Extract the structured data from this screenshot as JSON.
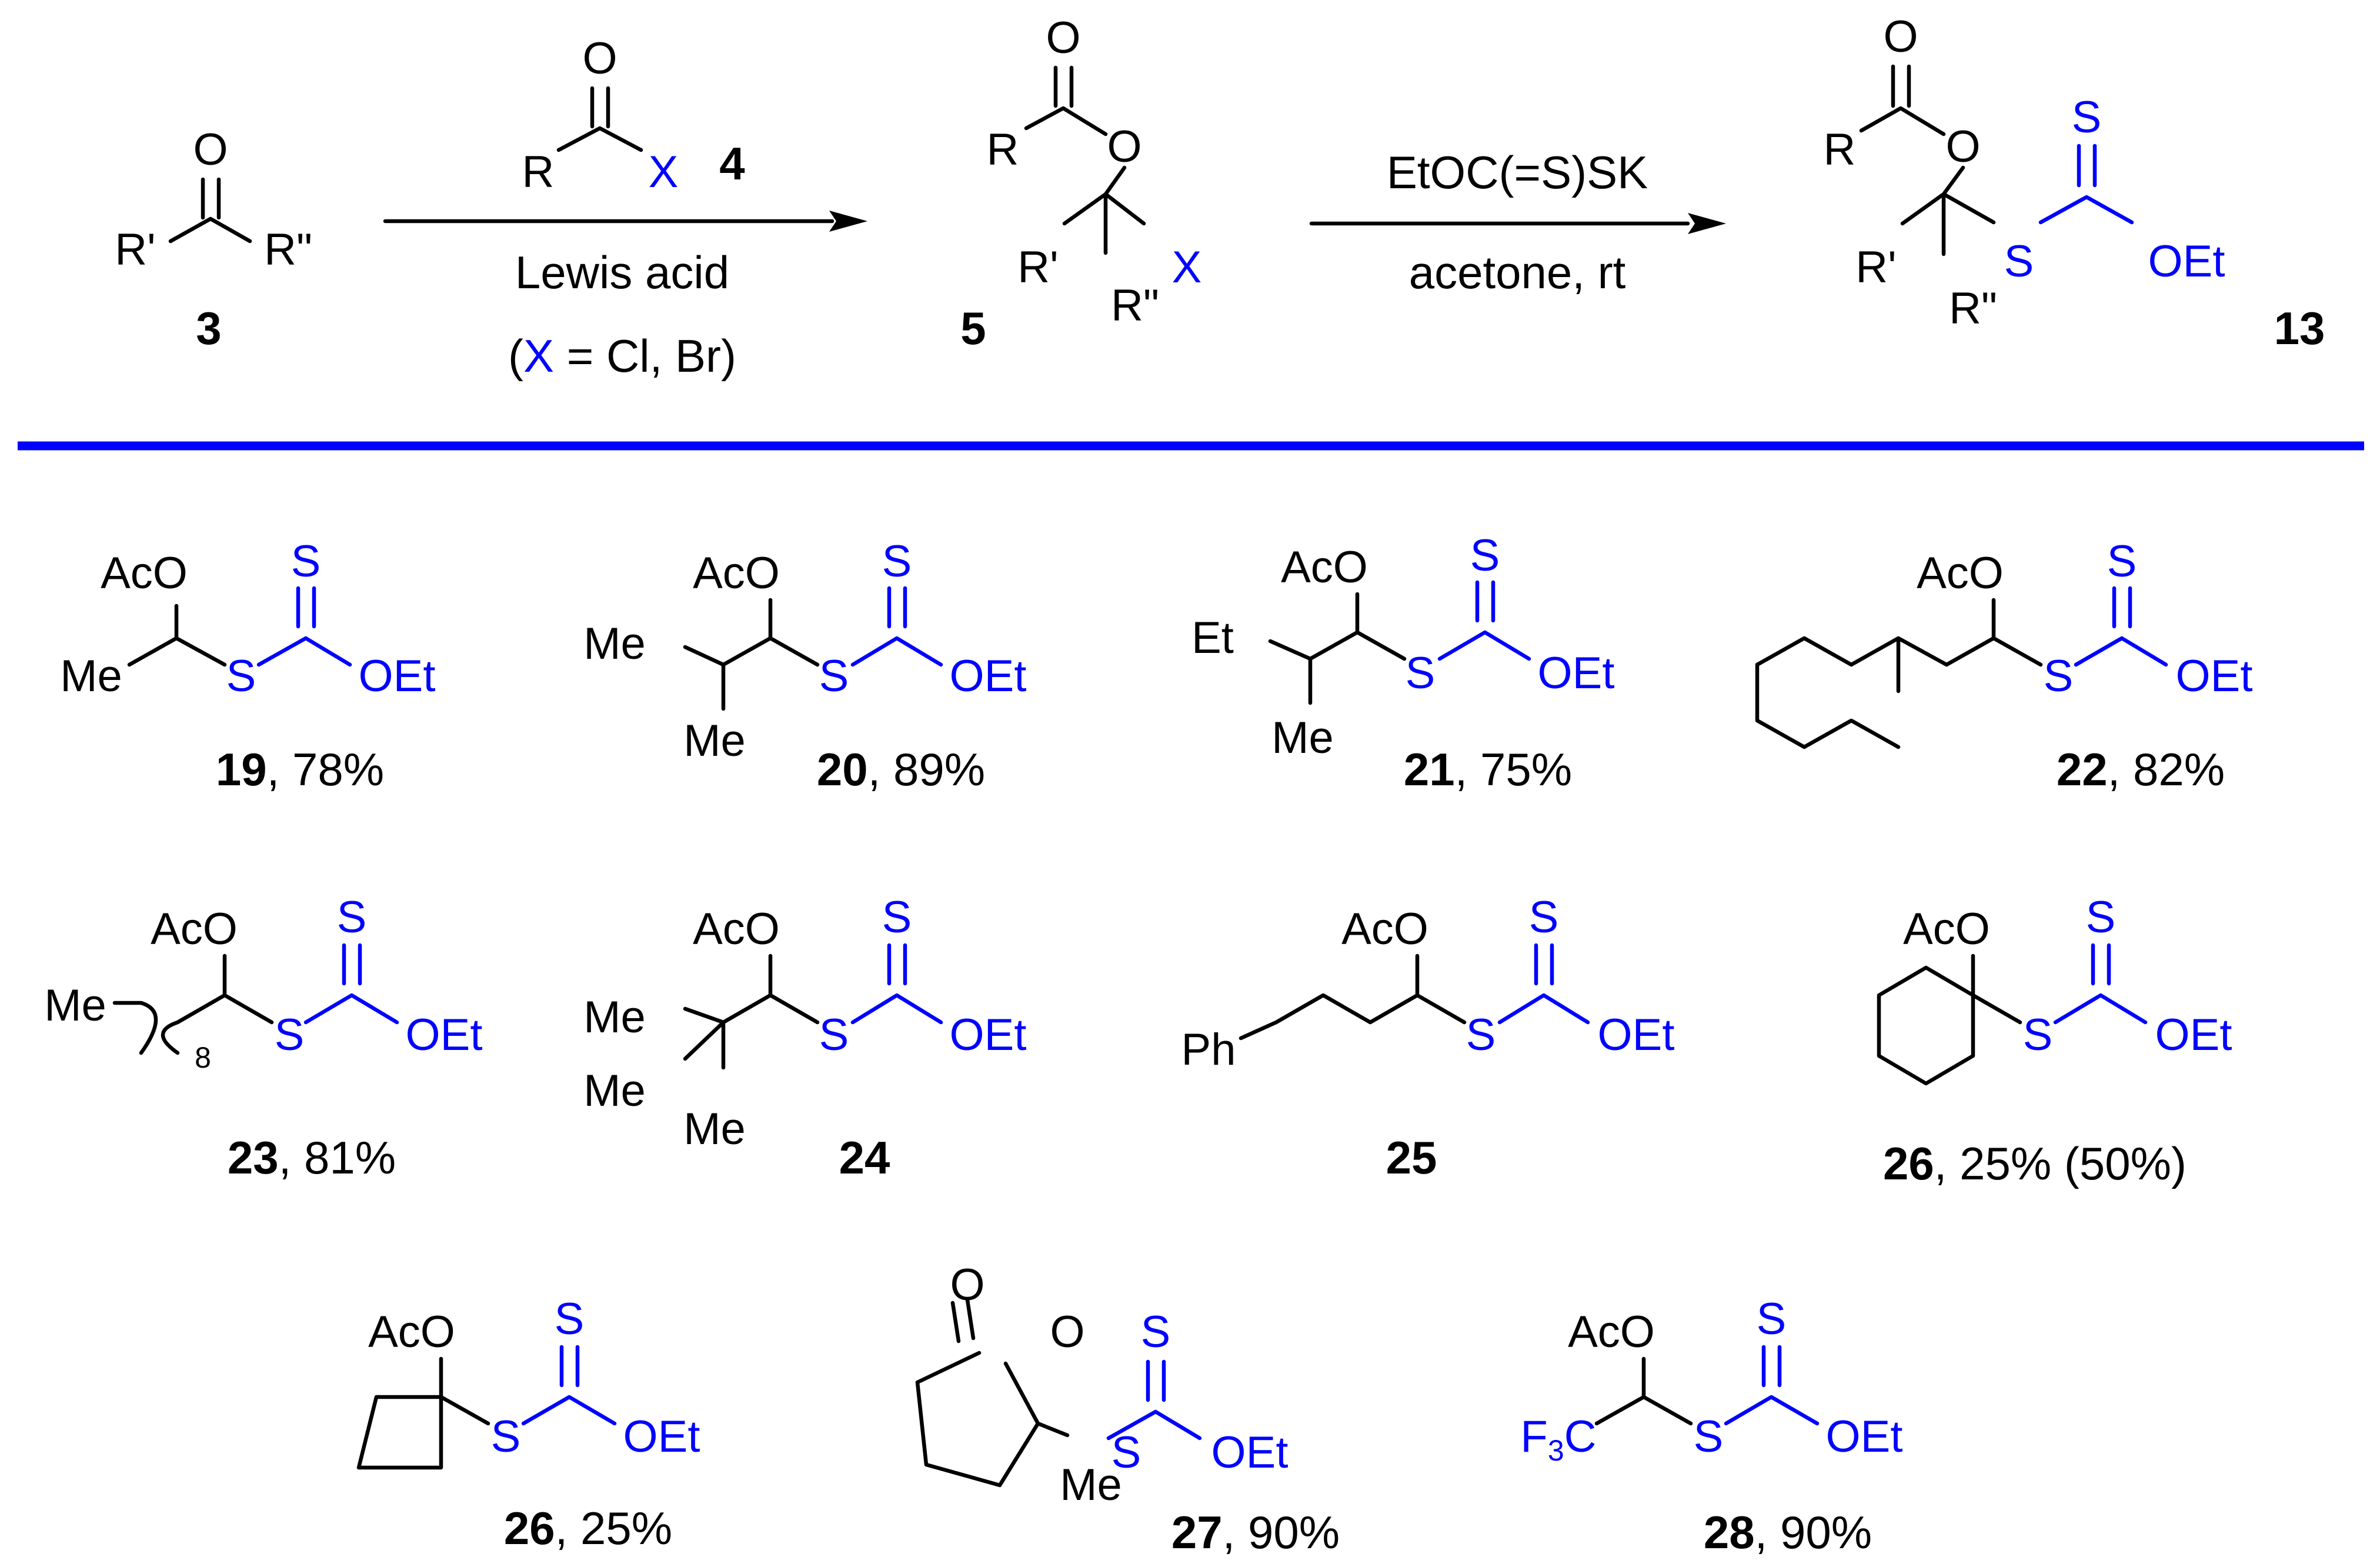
{
  "colors": {
    "reagent": "#0000ff",
    "bonds": "#000000",
    "divider": "#0000ff"
  },
  "reaction": {
    "reactant_number": "3",
    "acyl_halide_number": "4",
    "intermediate_number": "5",
    "product_number": "13",
    "step1_below_1": "Lewis acid",
    "step1_paren_open": "(",
    "step1_x": "X",
    "step1_paren_rest": " = Cl, Br)",
    "step2_above": "EtOC(=S)SK",
    "step2_below": "acetone, rt"
  },
  "atoms": {
    "O": "O",
    "R": "R",
    "R1": "R'",
    "R2": "R\"",
    "X": "X",
    "S": "S",
    "OEt": "OEt",
    "AcO": "AcO",
    "Me": "Me",
    "Et": "Et",
    "Ph": "Ph",
    "F": "F",
    "sub3": "3",
    "C": "C",
    "sub8": "8"
  },
  "products": [
    {
      "number": "19",
      "yield": ", 78%"
    },
    {
      "number": "20",
      "yield": ", 89%"
    },
    {
      "number": "21",
      "yield": ", 75%"
    },
    {
      "number": "22",
      "yield": ", 82%"
    },
    {
      "number": "23",
      "yield": ", 81%"
    },
    {
      "number": "24",
      "yield": ""
    },
    {
      "number": "25",
      "yield": ""
    },
    {
      "number": "26",
      "yield": ", 25% (50%)"
    },
    {
      "number": "26",
      "yield": ", 25%"
    },
    {
      "number": "27",
      "yield": ", 90%"
    },
    {
      "number": "28",
      "yield": ", 90%"
    }
  ]
}
